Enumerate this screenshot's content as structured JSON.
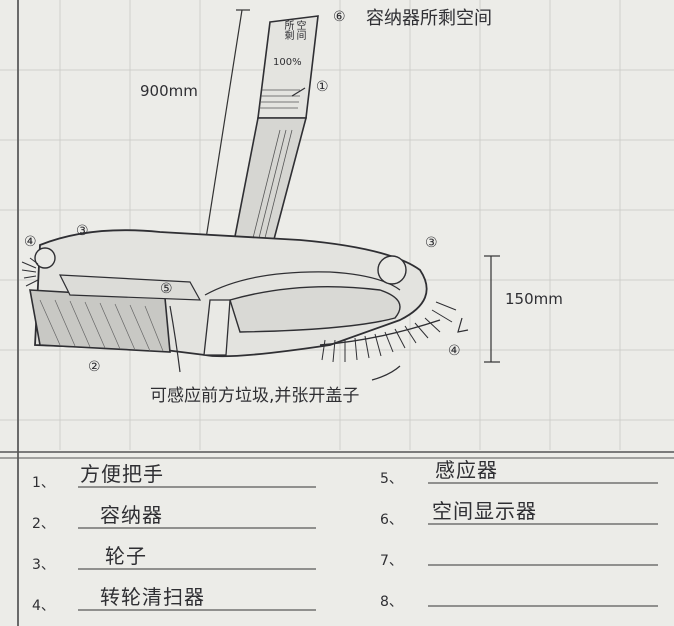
{
  "drawing": {
    "title_marker": "⑥",
    "title_text": "容纳器所剩空间",
    "gauge_text_1": "所剩",
    "gauge_text_2": "空间",
    "gauge_percent": "100%",
    "height_label": "900mm",
    "depth_label": "150mm",
    "sensor_note": "可感应前方垃圾,并张开盖子",
    "callouts": {
      "c1": "①",
      "c2": "②",
      "c3_left": "③",
      "c3_right": "③",
      "c4_left": "④",
      "c4_right": "④",
      "c5": "⑤"
    }
  },
  "legend": {
    "items": [
      {
        "number": "1、",
        "label": "方便把手"
      },
      {
        "number": "2、",
        "label": "容纳器"
      },
      {
        "number": "3、",
        "label": "轮子"
      },
      {
        "number": "4、",
        "label": "转轮清扫器"
      },
      {
        "number": "5、",
        "label": "感应器"
      },
      {
        "number": "6、",
        "label": "空间显示器"
      },
      {
        "number": "7、",
        "label": ""
      },
      {
        "number": "8、",
        "label": ""
      }
    ]
  },
  "colors": {
    "paper": "#ecece8",
    "ink": "#2f2f33",
    "grid": "#c9c9c6"
  }
}
